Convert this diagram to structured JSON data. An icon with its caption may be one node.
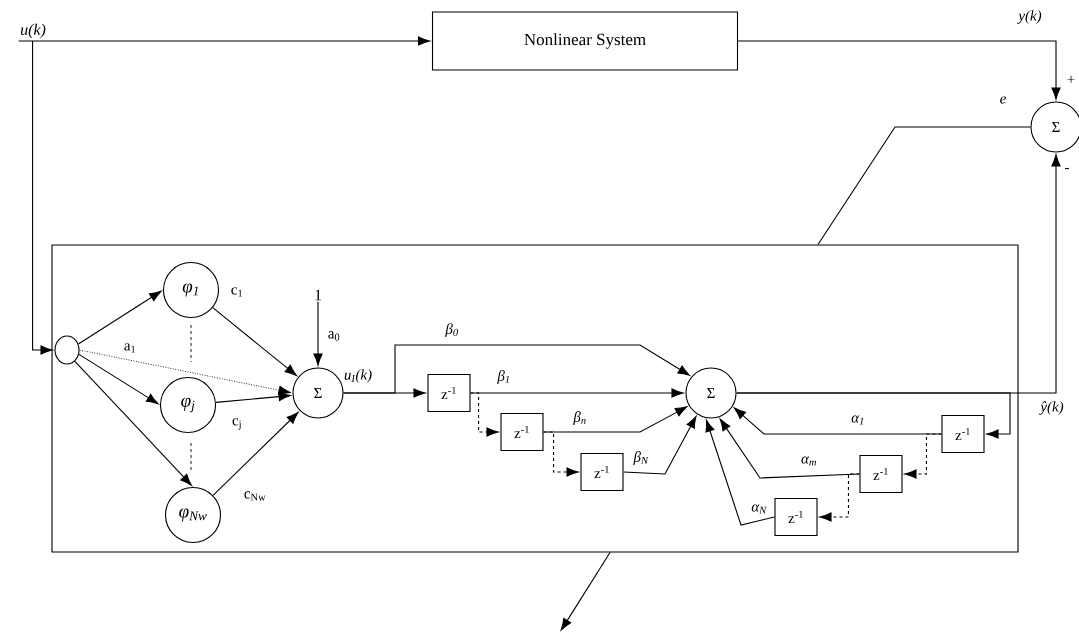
{
  "diagram": {
    "nodes": [
      {
        "text": [
          "Nonlinear System"
        ]
      },
      {
        "text": [],
        "shape": "box"
      },
      {
        "text": [
          "Σ"
        ]
      },
      {
        "text": [],
        "shape": "circle",
        "in": 1
      },
      {
        "text": [
          "φ$_{1}$"
        ],
        "in": 1
      },
      {
        "text": [
          "φ$_{j}$"
        ],
        "in": 1
      },
      {
        "text": [
          "φ$_{Nw}$"
        ],
        "in": 1
      },
      {
        "text": [
          "Σ"
        ],
        "in": 1
      },
      {
        "text": [
          "z$^{-1}$"
        ],
        "in": 1
      },
      {
        "text": [
          "z$^{-1}$"
        ],
        "in": 1
      },
      {
        "text": [
          "z$^{-1}$"
        ],
        "in": 1
      },
      {
        "text": [
          "Σ"
        ],
        "in": 1
      },
      {
        "text": [
          "z$^{-1}$"
        ],
        "in": 1
      },
      {
        "text": [
          "z$^{-1}$"
        ],
        "in": 1
      },
      {
        "text": [
          "z$^{-1}$"
        ],
        "in": 1
      },
      {
        "text": [
          "1"
        ],
        "in": 1
      },
      {
        "text": [
          "u(k)"
        ]
      }
    ],
    "edges": [
      {
        "from": 16,
        "to": 0,
        "arrow": "to"
      },
      {
        "from": 16,
        "to": 3,
        "arrow": "to"
      },
      {
        "from": 0,
        "to": 2,
        "arrow": "to",
        "label": "y(k)"
      },
      {
        "from": 2,
        "to": 1,
        "arrow": "none",
        "label": "e"
      },
      {
        "from": 3,
        "to": 4,
        "arrow": "to"
      },
      {
        "from": 3,
        "to": 5,
        "arrow": "to"
      },
      {
        "from": 3,
        "to": 6,
        "arrow": "to"
      },
      {
        "from": 3,
        "to": 7,
        "arrow": "to",
        "label": "a$_{1}$",
        "style": "dashed"
      },
      {
        "from": 4,
        "to": 7,
        "arrow": "to",
        "label": "c$_{1}$"
      },
      {
        "from": 5,
        "to": 7,
        "arrow": "to",
        "label": "c$_{j}$"
      },
      {
        "from": 6,
        "to": 7,
        "arrow": "to",
        "label": "c$_{Nw}$"
      },
      {
        "from": 15,
        "to": 7,
        "arrow": "to",
        "label": "a$_{0}$"
      },
      {
        "from": 7,
        "to": 8,
        "arrow": "to",
        "label": "u$_{I}$(k)"
      },
      {
        "from": 7,
        "to": 11,
        "arrow": "to",
        "label": "β$_{0}$"
      },
      {
        "from": 8,
        "to": 11,
        "arrow": "to",
        "label": "β$_{1}$"
      },
      {
        "from": 8,
        "to": 9,
        "arrow": "to",
        "style": "dashed"
      },
      {
        "from": 9,
        "to": 11,
        "arrow": "to",
        "label": "β$_{n}$"
      },
      {
        "from": 9,
        "to": 10,
        "arrow": "to",
        "style": "dashed"
      },
      {
        "from": 10,
        "to": 11,
        "arrow": "to",
        "label": "β$_{N}$"
      },
      {
        "from": 11,
        "to": 2,
        "arrow": "to",
        "label": "ŷ(k)"
      },
      {
        "from": 11,
        "to": 12,
        "arrow": "to"
      },
      {
        "from": 12,
        "to": 11,
        "arrow": "to",
        "label": "α$_{1}$"
      },
      {
        "from": 12,
        "to": 13,
        "arrow": "to",
        "style": "dashed"
      },
      {
        "from": 13,
        "to": 11,
        "arrow": "to",
        "label": "α$_{m}$"
      },
      {
        "from": 13,
        "to": 14,
        "arrow": "to",
        "style": "dashed"
      },
      {
        "from": 14,
        "to": 11,
        "arrow": "to",
        "label": "α$_{N}$"
      },
      {
        "from": 1,
        "to": null,
        "arrow": "to"
      }
    ],
    "labels": [
      "+",
      "-"
    ]
  }
}
